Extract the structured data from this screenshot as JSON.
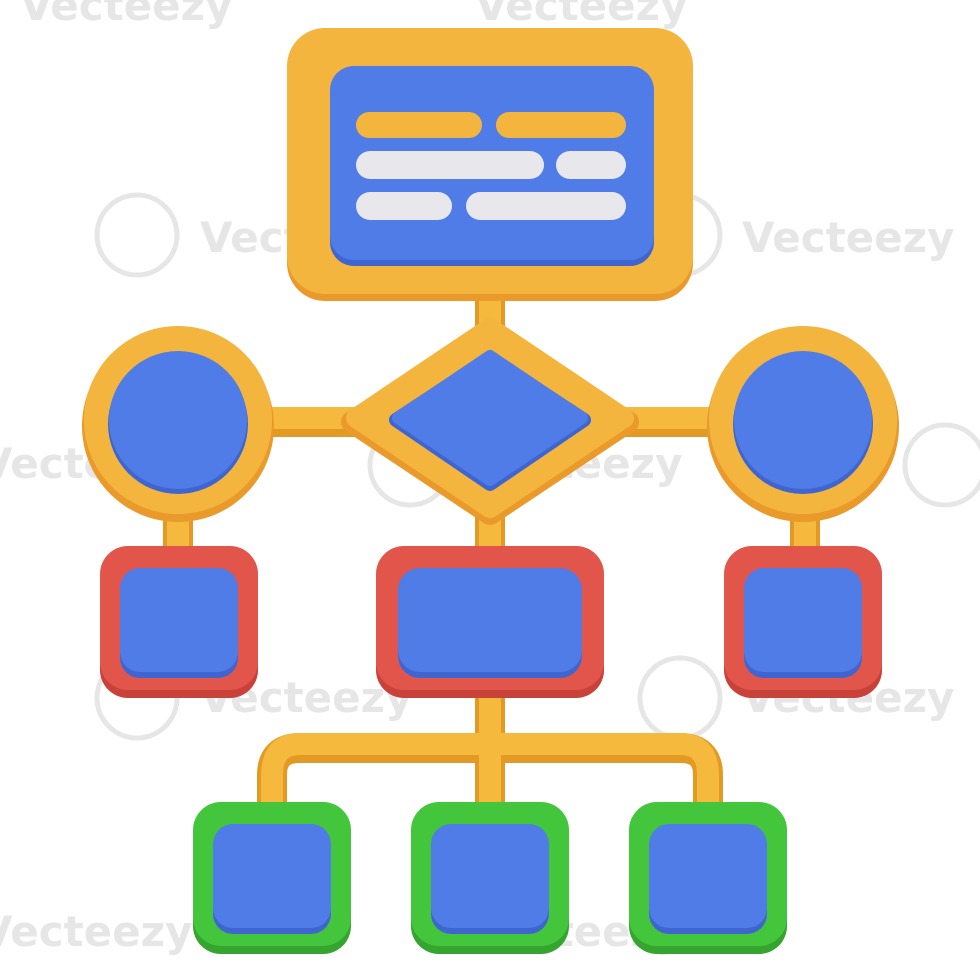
{
  "watermark": {
    "text": "Vecteezy",
    "logo_icon": "vecteezy-v-logo"
  },
  "colors": {
    "frame_orange": "#F4B53F",
    "frame_orange_dark": "#E99A2A",
    "node_blue": "#4F7CE6",
    "node_blue_dark": "#3F66D0",
    "frame_red": "#E2554B",
    "frame_green": "#43C63C",
    "line_yellow": "#F5B93E",
    "text_line_yellow": "#F4B53F",
    "text_line_gray": "#E8E8EC"
  },
  "diagram": {
    "icon": "flowchart-icon",
    "nodes": [
      {
        "id": "header-card",
        "shape": "rectangle",
        "frame": "orange"
      },
      {
        "id": "left-circle",
        "shape": "circle",
        "frame": "orange"
      },
      {
        "id": "decision-diamond",
        "shape": "diamond",
        "frame": "orange"
      },
      {
        "id": "right-circle",
        "shape": "circle",
        "frame": "orange"
      },
      {
        "id": "left-red-box",
        "shape": "square",
        "frame": "red"
      },
      {
        "id": "center-red-box",
        "shape": "rectangle",
        "frame": "red"
      },
      {
        "id": "right-red-box",
        "shape": "square",
        "frame": "red"
      },
      {
        "id": "green-box-1",
        "shape": "square",
        "frame": "green"
      },
      {
        "id": "green-box-2",
        "shape": "square",
        "frame": "green"
      },
      {
        "id": "green-box-3",
        "shape": "square",
        "frame": "green"
      }
    ]
  }
}
